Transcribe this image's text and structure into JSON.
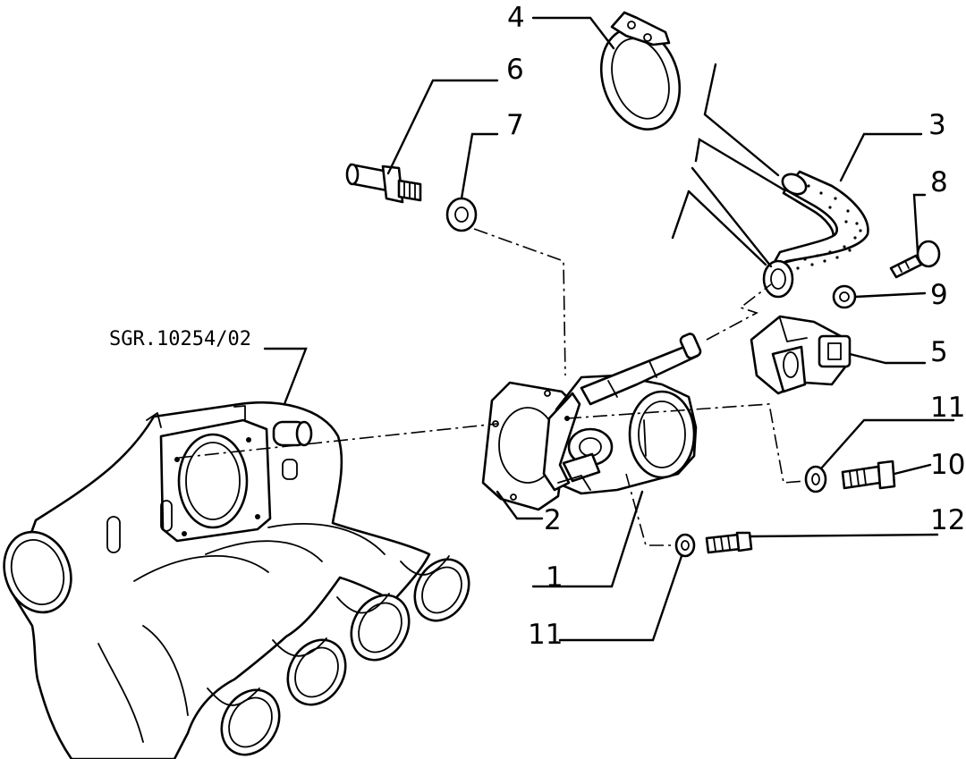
{
  "drawing": {
    "reference_code": "SGR.10254/02",
    "callouts": {
      "c1": "1",
      "c2": "2",
      "c3": "3",
      "c4": "4",
      "c5": "5",
      "c6": "6",
      "c7": "7",
      "c8": "8",
      "c9": "9",
      "c10": "10",
      "c11a": "11",
      "c11b": "11",
      "c12": "12"
    }
  }
}
